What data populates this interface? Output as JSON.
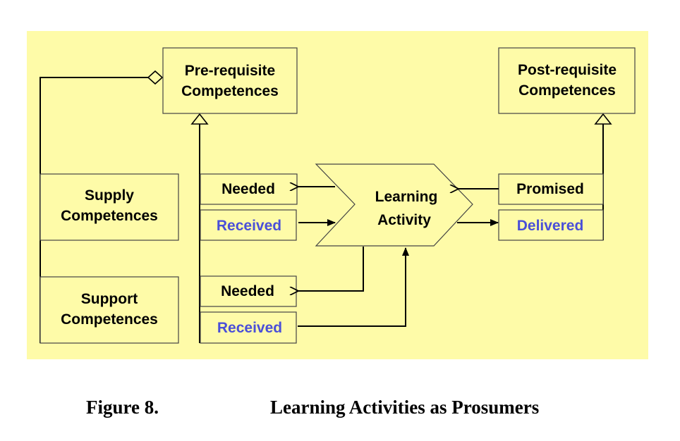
{
  "diagram": {
    "background_color": "#fefba8",
    "pre_requisite": [
      "Pre-requisite",
      "Competences"
    ],
    "post_requisite": [
      "Post-requisite",
      "Competences"
    ],
    "supply": [
      "Supply",
      "Competences"
    ],
    "support": [
      "Support",
      "Competences"
    ],
    "activity": [
      "Learning",
      "Activity"
    ],
    "needed_1": "Needed",
    "received_1": "Received",
    "needed_2": "Needed",
    "received_2": "Received",
    "promised": "Promised",
    "delivered": "Delivered",
    "label_blue": "#4a4fd8"
  },
  "caption": {
    "number": "Figure 8.",
    "title": "Learning Activities as Prosumers"
  }
}
